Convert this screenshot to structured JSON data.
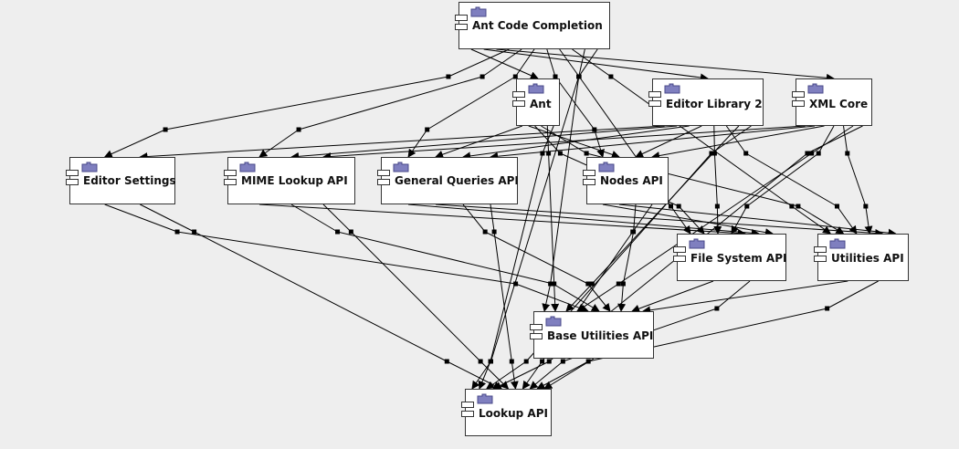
{
  "colors": {
    "background": "#eeeeee",
    "node_fill": "#ffffff",
    "edge": "#000000",
    "icon": "#7f7fbf"
  },
  "nodes": {
    "ant_code_completion": {
      "label": "Ant Code Completion",
      "icon": "puzzle-icon"
    },
    "ant": {
      "label": "Ant",
      "icon": "puzzle-icon"
    },
    "editor_library_2": {
      "label": "Editor Library 2",
      "icon": "puzzle-icon"
    },
    "xml_core": {
      "label": "XML Core",
      "icon": "puzzle-icon"
    },
    "editor_settings": {
      "label": "Editor Settings",
      "icon": "puzzle-icon"
    },
    "mime_lookup_api": {
      "label": "MIME Lookup API",
      "icon": "puzzle-icon"
    },
    "general_queries_api": {
      "label": "General Queries API",
      "icon": "puzzle-icon"
    },
    "nodes_api": {
      "label": "Nodes API",
      "icon": "puzzle-icon"
    },
    "file_system_api": {
      "label": "File System API",
      "icon": "puzzle-icon"
    },
    "utilities_api": {
      "label": "Utilities API",
      "icon": "puzzle-icon"
    },
    "base_utilities_api": {
      "label": "Base Utilities API",
      "icon": "puzzle-icon"
    },
    "lookup_api": {
      "label": "Lookup API",
      "icon": "puzzle-icon"
    }
  },
  "edges": [
    [
      "ant_code_completion",
      "ant"
    ],
    [
      "ant_code_completion",
      "editor_library_2"
    ],
    [
      "ant_code_completion",
      "xml_core"
    ],
    [
      "ant_code_completion",
      "editor_settings"
    ],
    [
      "ant_code_completion",
      "mime_lookup_api"
    ],
    [
      "ant_code_completion",
      "general_queries_api"
    ],
    [
      "ant_code_completion",
      "nodes_api"
    ],
    [
      "ant_code_completion",
      "file_system_api"
    ],
    [
      "ant_code_completion",
      "utilities_api"
    ],
    [
      "ant_code_completion",
      "base_utilities_api"
    ],
    [
      "ant_code_completion",
      "lookup_api"
    ],
    [
      "ant",
      "general_queries_api"
    ],
    [
      "ant",
      "nodes_api"
    ],
    [
      "ant",
      "file_system_api"
    ],
    [
      "ant",
      "utilities_api"
    ],
    [
      "ant",
      "base_utilities_api"
    ],
    [
      "ant",
      "lookup_api"
    ],
    [
      "editor_library_2",
      "editor_settings"
    ],
    [
      "editor_library_2",
      "mime_lookup_api"
    ],
    [
      "editor_library_2",
      "general_queries_api"
    ],
    [
      "editor_library_2",
      "nodes_api"
    ],
    [
      "editor_library_2",
      "file_system_api"
    ],
    [
      "editor_library_2",
      "utilities_api"
    ],
    [
      "editor_library_2",
      "base_utilities_api"
    ],
    [
      "editor_library_2",
      "lookup_api"
    ],
    [
      "xml_core",
      "mime_lookup_api"
    ],
    [
      "xml_core",
      "general_queries_api"
    ],
    [
      "xml_core",
      "nodes_api"
    ],
    [
      "xml_core",
      "file_system_api"
    ],
    [
      "xml_core",
      "utilities_api"
    ],
    [
      "xml_core",
      "base_utilities_api"
    ],
    [
      "xml_core",
      "lookup_api"
    ],
    [
      "editor_settings",
      "base_utilities_api"
    ],
    [
      "editor_settings",
      "lookup_api"
    ],
    [
      "mime_lookup_api",
      "file_system_api"
    ],
    [
      "mime_lookup_api",
      "base_utilities_api"
    ],
    [
      "mime_lookup_api",
      "lookup_api"
    ],
    [
      "general_queries_api",
      "file_system_api"
    ],
    [
      "general_queries_api",
      "utilities_api"
    ],
    [
      "general_queries_api",
      "base_utilities_api"
    ],
    [
      "general_queries_api",
      "lookup_api"
    ],
    [
      "nodes_api",
      "file_system_api"
    ],
    [
      "nodes_api",
      "utilities_api"
    ],
    [
      "nodes_api",
      "base_utilities_api"
    ],
    [
      "nodes_api",
      "lookup_api"
    ],
    [
      "file_system_api",
      "base_utilities_api"
    ],
    [
      "file_system_api",
      "lookup_api"
    ],
    [
      "utilities_api",
      "base_utilities_api"
    ],
    [
      "utilities_api",
      "lookup_api"
    ],
    [
      "base_utilities_api",
      "lookup_api"
    ]
  ]
}
